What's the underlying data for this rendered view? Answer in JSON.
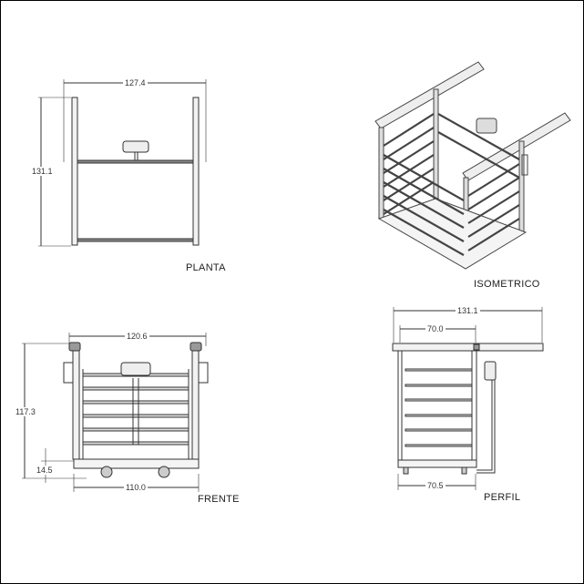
{
  "drawing": {
    "views": {
      "planta": {
        "label": "PLANTA",
        "dims": {
          "width": "127.4",
          "depth": "131.1"
        }
      },
      "isometrico": {
        "label": "ISOMETRICO"
      },
      "frente": {
        "label": "FRENTE",
        "dims": {
          "top_width": "120.6",
          "height": "117.3",
          "base_height": "14.5",
          "base_width": "110.0"
        }
      },
      "perfil": {
        "label": "PERFIL",
        "dims": {
          "overall": "131.1",
          "top_inner": "70.0",
          "base": "70.5"
        }
      }
    },
    "colors": {
      "line": "#333333",
      "fill": "#e6e6e6",
      "background": "#ffffff",
      "border": "#000000"
    }
  }
}
